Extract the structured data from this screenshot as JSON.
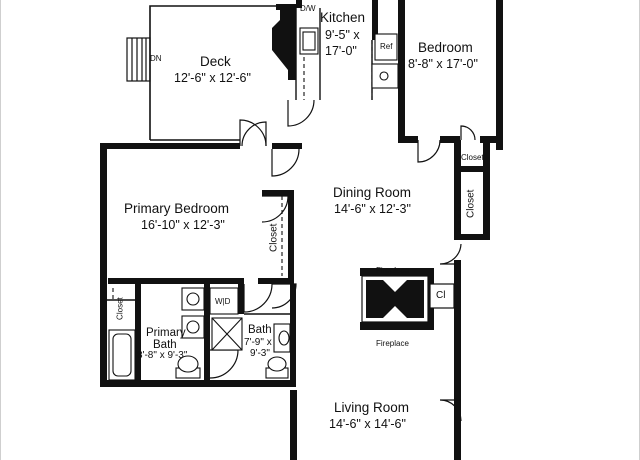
{
  "rooms": {
    "deck": {
      "name": "Deck",
      "dim": "12'-6\" x 12'-6\"",
      "stair_label": "DN"
    },
    "kitchen": {
      "name": "Kitchen",
      "dim_line1": "9'-5\" x",
      "dim_line2": "17'-0\"",
      "dw_label": "D/W",
      "ref_label": "Ref"
    },
    "bedroom": {
      "name": "Bedroom",
      "dim": "8'-8\" x 17'-0\""
    },
    "closet_right_top": {
      "name": "Closet"
    },
    "closet_right_vert": {
      "name": "Closet"
    },
    "dining": {
      "name": "Dining Room",
      "dim": "14'-6\" x 12'-3\""
    },
    "primary_bedroom": {
      "name": "Primary Bedroom",
      "dim": "16'-10\" x 12'-3\""
    },
    "closet_primary": {
      "name": "Closet"
    },
    "closet_left": {
      "name": "Closet"
    },
    "washer_dryer": {
      "name": "W|D"
    },
    "primary_bath": {
      "name_line1": "Primary",
      "name_line2": "Bath",
      "dim": "8'-8\" x 9'-3\""
    },
    "bath": {
      "name": "Bath",
      "dim_line1": "7'-9\" x",
      "dim_line2": "9'-3\""
    },
    "fireplace": {
      "label_top": "Fireplace",
      "label_bottom": "Fireplace"
    },
    "cl": {
      "name": "Cl"
    },
    "living": {
      "name": "Living Room",
      "dim": "14'-6\" x 14'-6\""
    }
  }
}
